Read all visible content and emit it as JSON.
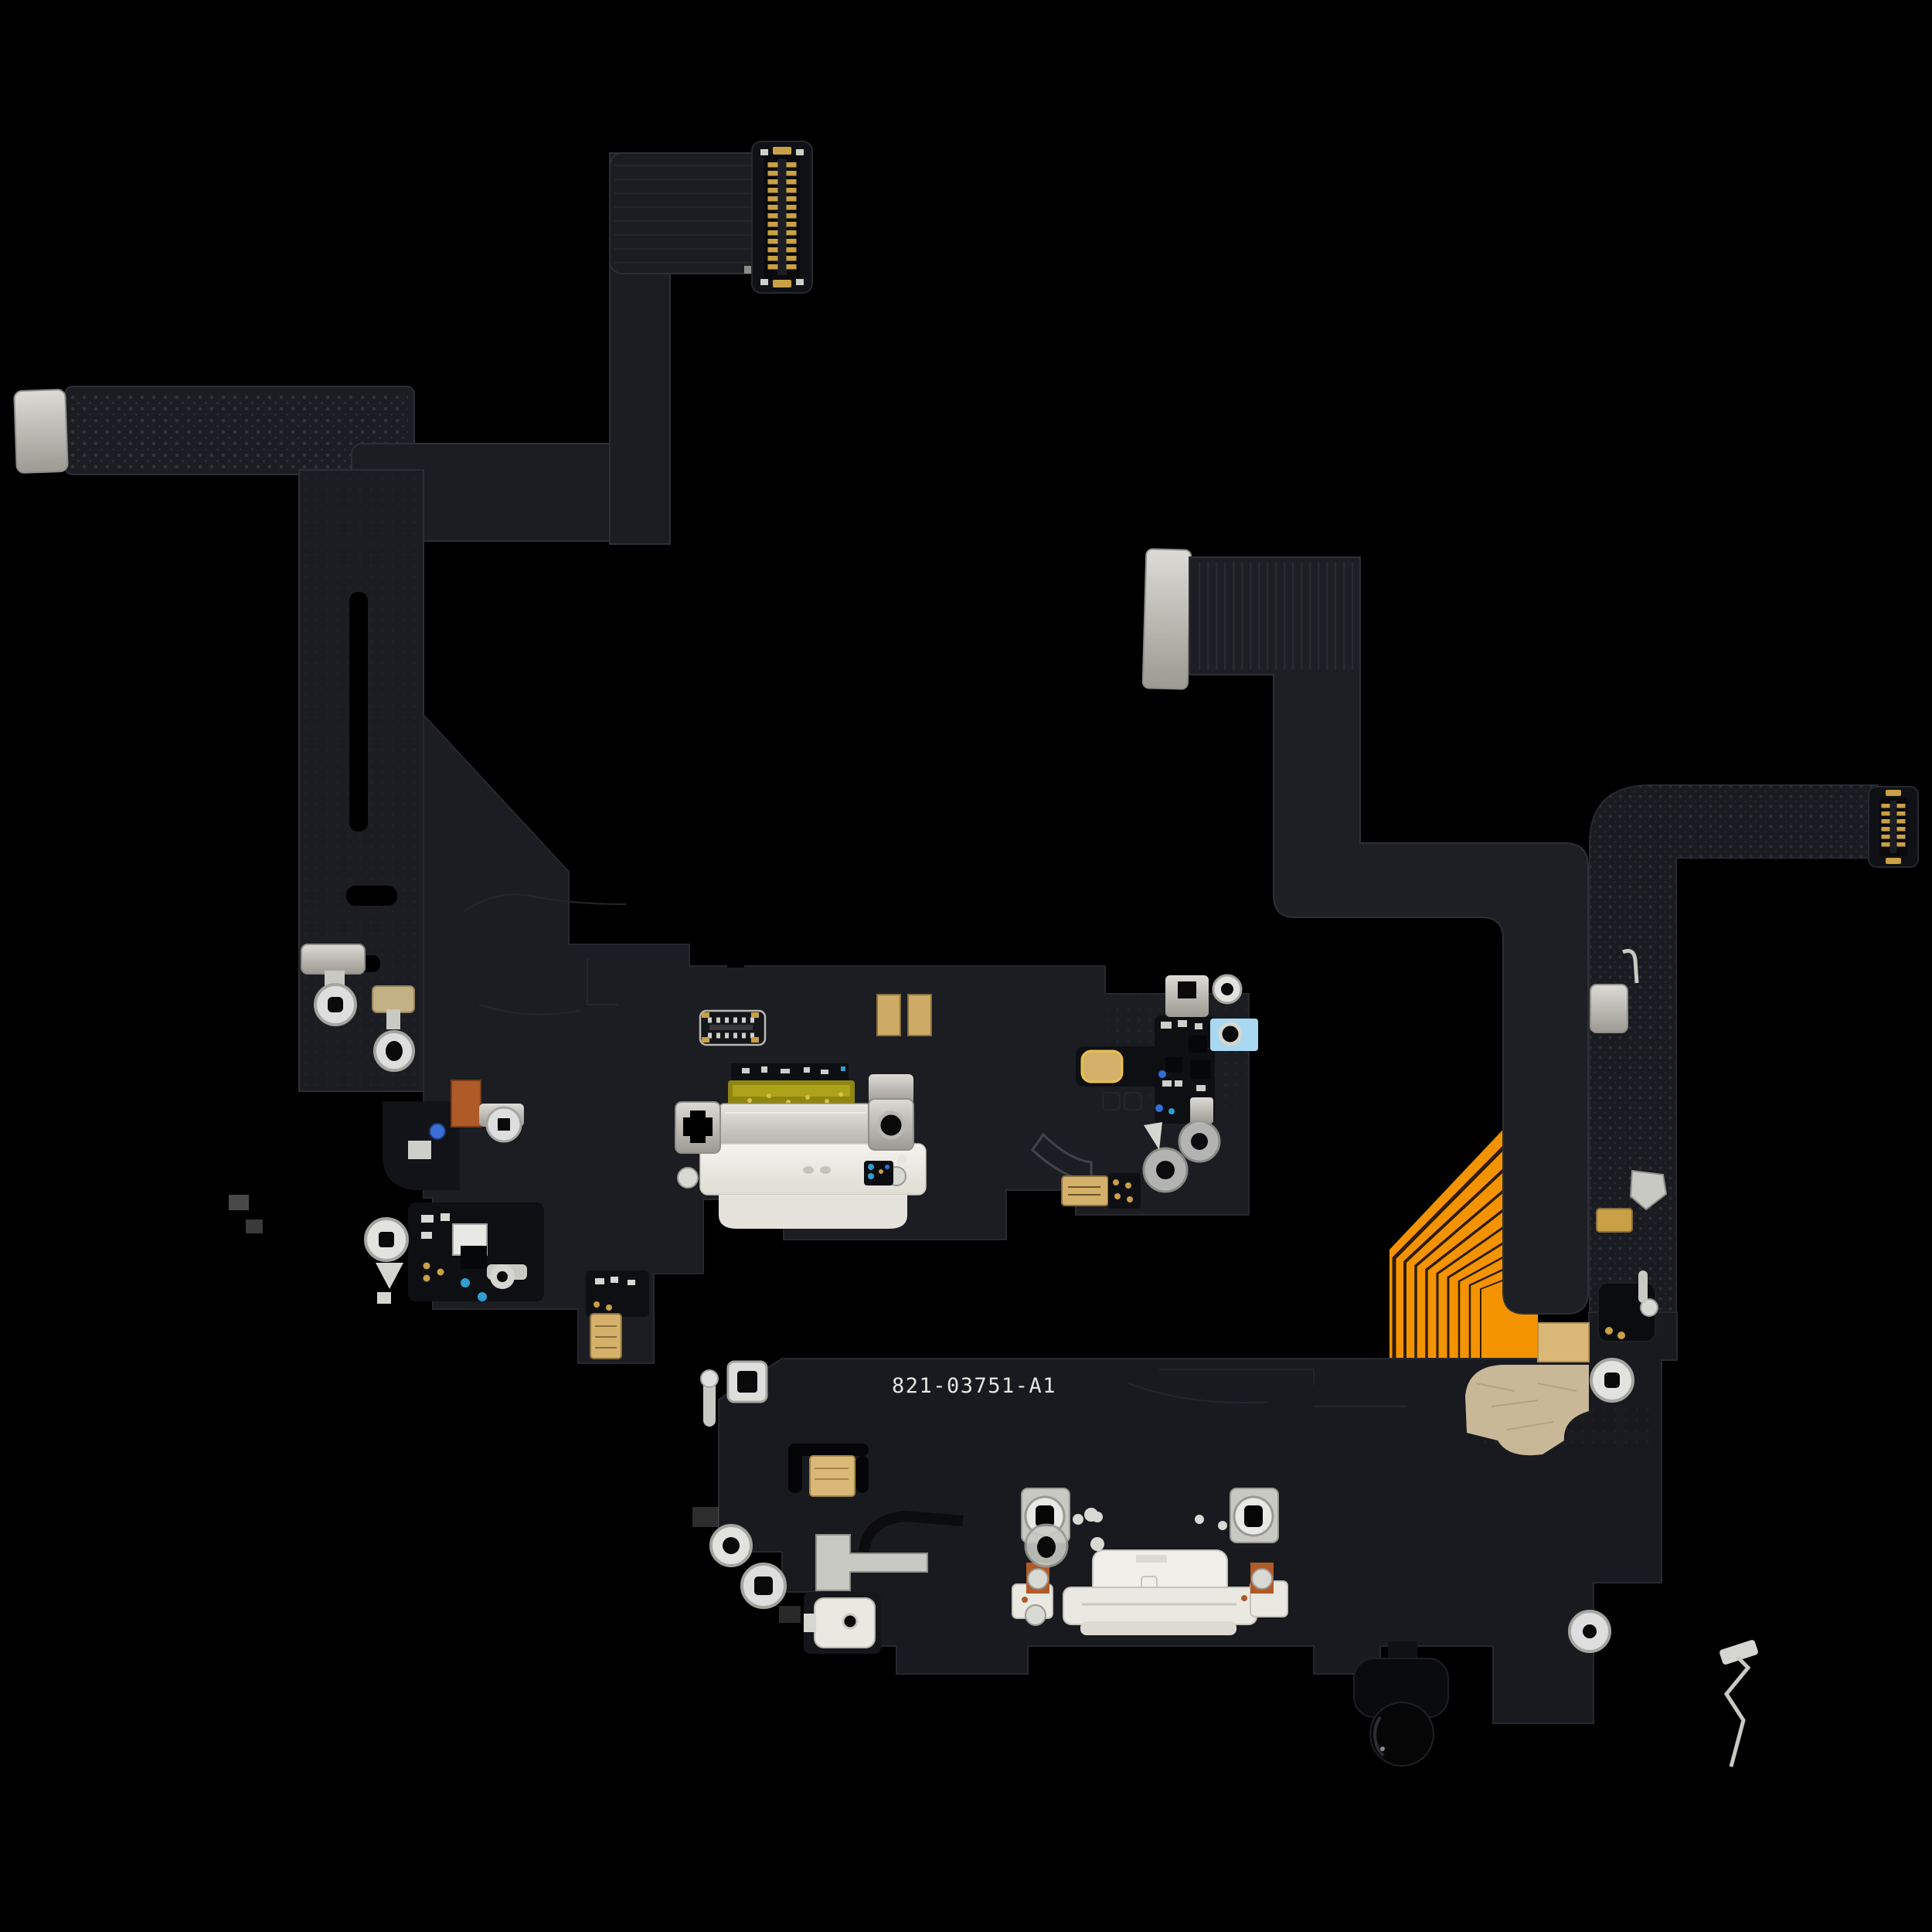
{
  "scene": {
    "kind": "product-photo",
    "subject": "Charging port flex cable assembly, front view (top-left) and back view (bottom-right)",
    "background_color": "#000000"
  },
  "part": {
    "marking": "821-03751-A1"
  },
  "palette": {
    "flex_dark": "#1b1d22",
    "flex_edge": "#2c2f36",
    "silver": "#d6d6d0",
    "silver_shadow": "#9a9a94",
    "white_plastic": "#efeee8",
    "gold": "#c9a045",
    "gold_pad": "#cdab66",
    "kapton_yellow": "#8f8510",
    "orange_flex": "#f49300",
    "orange_trace": "#2e1c00",
    "tan_adhesive": "#c8b897",
    "copper": "#b05a28",
    "blue_adhesive": "#a9d9f2",
    "blue_dot": "#2e6fd8",
    "teal_dot": "#2e9fd0",
    "mic_black": "#0a0b0d"
  },
  "components": {
    "upper_assembly": {
      "view": "front",
      "items": [
        "board-to-board connector",
        "flex ribbon with stiffener pad",
        "lightning port (kapton top, metal shield, white housing)",
        "mounting brackets with screws",
        "microphone modules",
        "gold contact pads",
        "grounding clips"
      ]
    },
    "lower_assembly": {
      "view": "back",
      "items": [
        "stiffener pad",
        "stepped flex ribbon",
        "board-to-board connector",
        "orange flex circuit",
        "adhesive patch",
        "lightning port rear housing with screw bosses",
        "bottom microphone barrel",
        "antenna wire",
        "washers and brackets",
        "part number marking"
      ]
    }
  }
}
